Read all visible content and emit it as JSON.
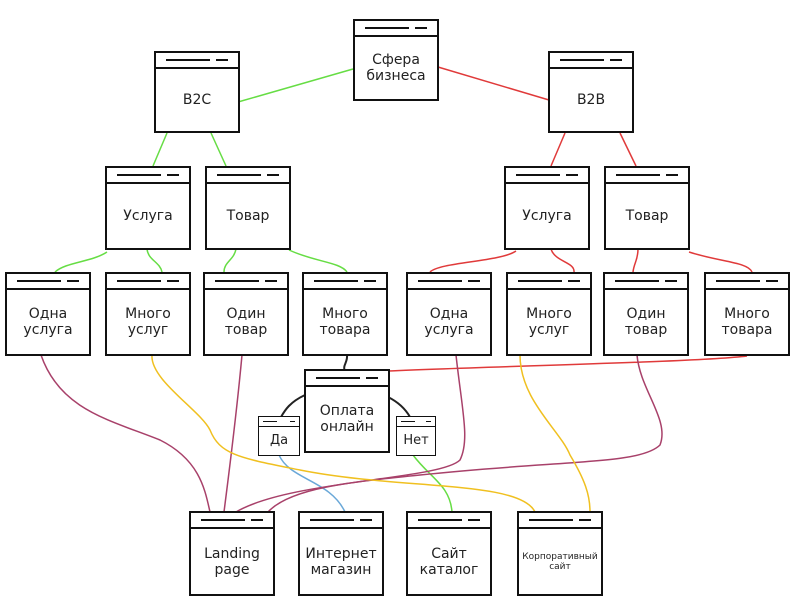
{
  "colors": {
    "b2c": "#66dd44",
    "b2b": "#e03a3a",
    "dark": "#222222",
    "purple": "#a8416a",
    "yellow": "#f0c020",
    "blue": "#6aa8d8",
    "green": "#66dd44"
  },
  "nodes": {
    "root": "Сфера\nбизнеса",
    "b2c": "B2C",
    "b2b": "B2B",
    "b2c_service": "Услуга",
    "b2c_product": "Товар",
    "b2b_service": "Услуга",
    "b2b_product": "Товар",
    "b2c_one_service": "Одна\nуслуга",
    "b2c_many_services": "Много\nуслуг",
    "b2c_one_product": "Один\nтовар",
    "b2c_many_products": "Много\nтовара",
    "b2b_one_service": "Одна\nуслуга",
    "b2b_many_services": "Много\nуслуг",
    "b2b_one_product": "Один\nтовар",
    "b2b_many_products": "Много\nтовара",
    "online_payment": "Оплата\nонлайн",
    "yes": "Да",
    "no": "Нет",
    "landing": "Landing\npage",
    "shop": "Интернет\nмагазин",
    "catalog": "Сайт\nкаталог",
    "corporate": "Корпоративный\nсайт"
  }
}
